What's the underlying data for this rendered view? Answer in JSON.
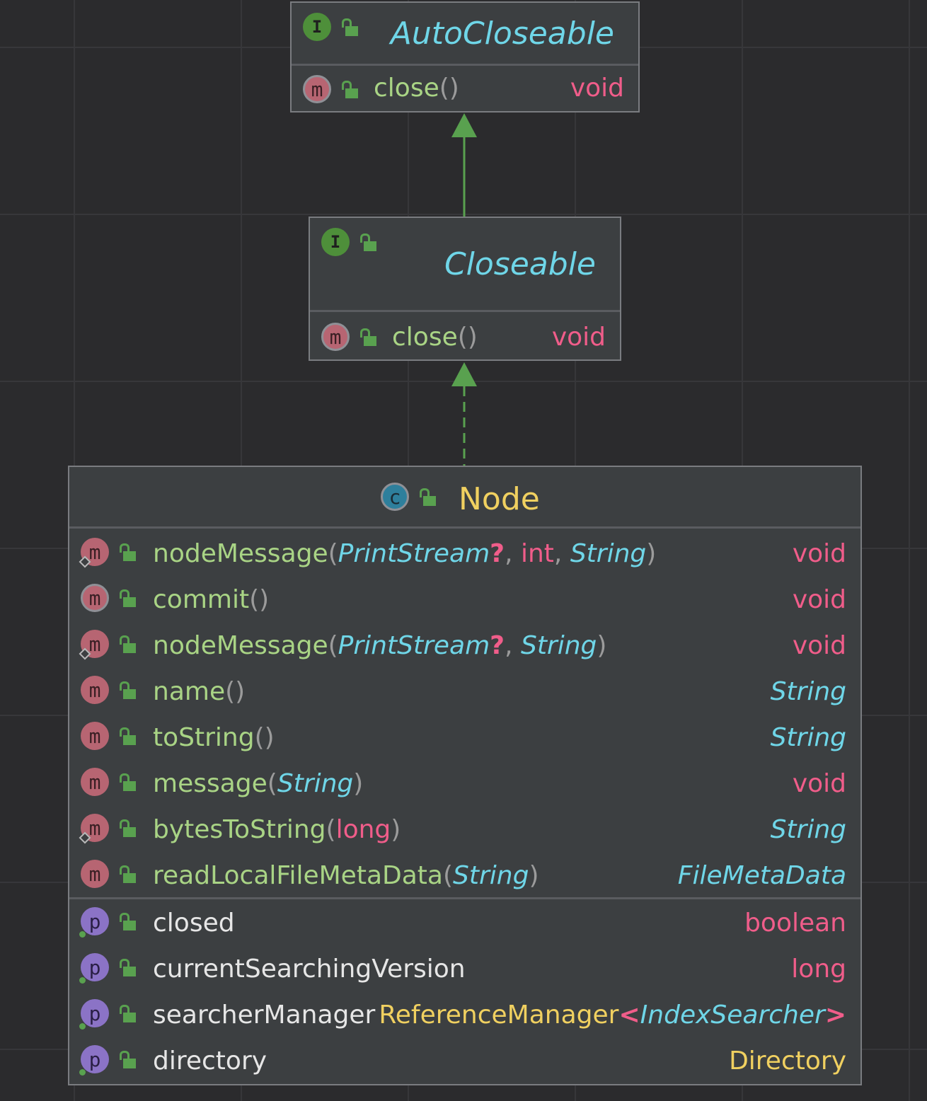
{
  "diagram": {
    "autocloseable": {
      "badge": "I",
      "title": "AutoCloseable",
      "methods": [
        {
          "name": "close",
          "paren_open": "(",
          "paren_close": ")",
          "ret": "void"
        }
      ]
    },
    "closeable": {
      "badge": "I",
      "title": "Closeable",
      "methods": [
        {
          "name": "close",
          "paren_open": "(",
          "paren_close": ")",
          "ret": "void"
        }
      ]
    },
    "node": {
      "badge": "c",
      "title": "Node",
      "methods": [
        {
          "name": "nodeMessage",
          "p1": "PrintStream",
          "q": "?",
          "c1": ",",
          "p2": "int",
          "c2": ",",
          "p3": "String",
          "ret": "void"
        },
        {
          "name": "commit",
          "ret": "void"
        },
        {
          "name": "nodeMessage",
          "p1": "PrintStream",
          "q": "?",
          "c1": ",",
          "p3": "String",
          "ret": "void"
        },
        {
          "name": "name",
          "ret": "String"
        },
        {
          "name": "toString",
          "ret": "String"
        },
        {
          "name": "message",
          "p3": "String",
          "ret": "void"
        },
        {
          "name": "bytesToString",
          "p2": "long",
          "ret": "String"
        },
        {
          "name": "readLocalFileMetaData",
          "p3": "String",
          "ret": "FileMetaData"
        }
      ],
      "fields": [
        {
          "name": "closed",
          "type": "boolean"
        },
        {
          "name": "currentSearchingVersion",
          "type": "long"
        },
        {
          "name": "searcherManager",
          "type": "ReferenceManager",
          "lt": "<",
          "generic": "IndexSearcher",
          "gt": ">"
        },
        {
          "name": "directory",
          "type": "Directory"
        }
      ]
    },
    "badges": {
      "method": "m",
      "field": "p"
    },
    "paren": {
      "open": "(",
      "close": ")",
      "empty": "()"
    },
    "colors": {
      "background": "#2b2b2d",
      "box": "#3c3f41",
      "method_name": "#a9d485",
      "keyword": "#f05d8a",
      "type": "#6fd6e8",
      "class": "#f0d060",
      "arrow": "#59a14f"
    },
    "icons": [
      "interface-icon",
      "class-icon",
      "method-icon",
      "property-icon",
      "public-lock-icon",
      "inheritance-arrow",
      "implementation-arrow"
    ]
  }
}
